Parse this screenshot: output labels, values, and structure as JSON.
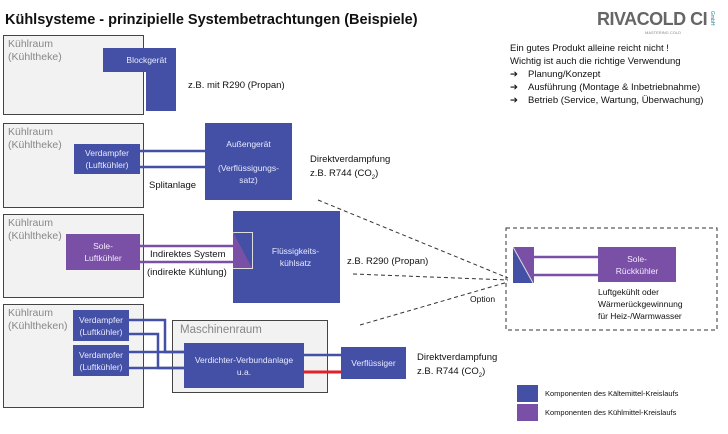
{
  "title": "Kühlsysteme - prinzipielle Systembetrachtungen (Beispiele)",
  "logo": {
    "text": "RIVACOLD CI",
    "sub": "MASTERING COLD",
    "gmbh": "GmbH",
    "color": "#1a7f8e"
  },
  "intro": {
    "line1": "Ein gutes Produkt alleine reicht nicht !",
    "line2": "Wichtig ist auch die richtige Verwendung",
    "bullets": [
      "Planung/Konzept",
      "Ausführung (Montage & Inbetriebnahme)",
      "Betrieb (Service, Wartung, Überwachung)"
    ],
    "arrow": "➔"
  },
  "colors": {
    "refrigerant": "#4350a5",
    "coolant": "#7a50a6",
    "hot_line": "#e0202a"
  },
  "rows": [
    {
      "room": "Kühlraum\n(Kühltheke)",
      "unit": "Blockgerät",
      "note": "z.B. mit R290 (Propan)"
    },
    {
      "room": "Kühlraum\n(Kühltheke)",
      "evap": "Verdampfer\n(Luftkühler)",
      "outdoor": "Außengerät\n\n(Verflüssigungs-\nsatz)",
      "label": "Splitanlage",
      "note1": "Direktverdampfung",
      "note2": "z.B. R744 (CO",
      "note2_sub": "2",
      "note2_end": ")"
    },
    {
      "room": "Kühlraum\n(Kühltheke)",
      "cooler": "Sole-\nLuftkühler",
      "chiller": "Flüssigkeits-\nkühlsatz",
      "label1": "Indirektes System",
      "label2": "(indirekte Kühlung)",
      "note": "z.B. R290 (Propan)"
    },
    {
      "room": "Kühlraum\n(Kühltheken)",
      "evap1": "Verdampfer\n(Luftkühler)",
      "evap2": "Verdampfer\n(Luftkühler)",
      "machine_room": "Maschinenraum",
      "compressor": "Verdichter-Verbundanlage\nu.a.",
      "condenser": "Verflüssiger",
      "note1": "Direktverdampfung",
      "note2": "z.B. R744 (CO",
      "note2_sub": "2",
      "note2_end": ")"
    }
  ],
  "option": {
    "label": "Option",
    "unit": "Sole-\nRückkühler",
    "text": "Luftgekühlt oder\nWärmerückgewinnung\nfür Heiz-/Warmwasser"
  },
  "legend": [
    {
      "label": "Komponenten des Kältemittel-Kreislaufs",
      "color": "#4350a5"
    },
    {
      "label": "Komponenten des Kühlmittel-Kreislaufs",
      "color": "#7a50a6"
    }
  ]
}
